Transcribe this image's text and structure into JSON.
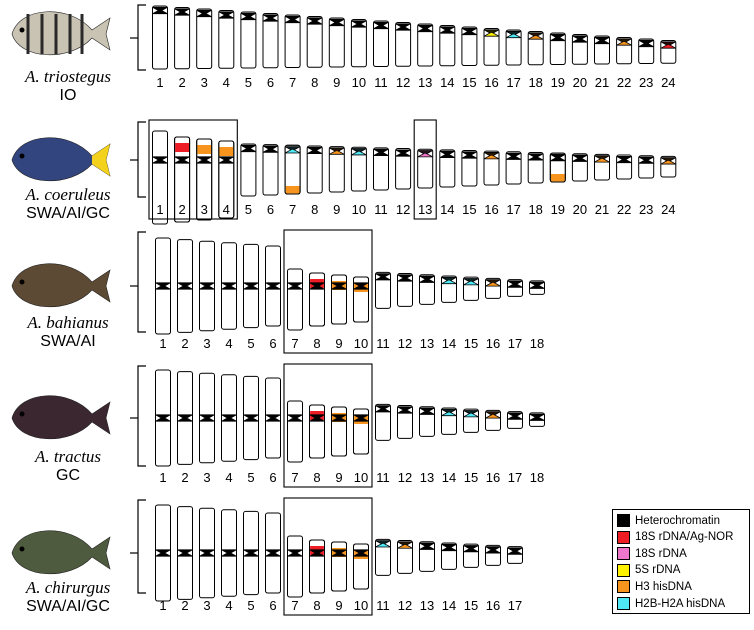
{
  "colors": {
    "heterochromatin": "#000000",
    "rdna18s_agnor": "#ee1c25",
    "rdna18s": "#ee77cc",
    "rdna5s": "#fff200",
    "h3_hisdna": "#f7941d",
    "h2b_h2a_hisdna": "#4fe8f5"
  },
  "legend": [
    {
      "key": "heterochromatin",
      "label": "Heterochromatin"
    },
    {
      "key": "rdna18s_agnor",
      "label": "18S rDNA/Ag-NOR"
    },
    {
      "key": "rdna18s",
      "label": "18S rDNA"
    },
    {
      "key": "rdna5s",
      "label": "5S rDNA"
    },
    {
      "key": "h3_hisdna",
      "label": "H3 hisDNA"
    },
    {
      "key": "h2b_h2a_hisdna",
      "label": "H2B-H2A hisDNA"
    }
  ],
  "species": [
    {
      "name": "A. triostegus",
      "region": "IO",
      "fish_icon": "striped-surgeonfish-photo",
      "chromosome_type": "acrocentric",
      "chromosomes": [
        {
          "n": "1"
        },
        {
          "n": "2"
        },
        {
          "n": "3"
        },
        {
          "n": "4"
        },
        {
          "n": "5"
        },
        {
          "n": "6"
        },
        {
          "n": "7"
        },
        {
          "n": "8"
        },
        {
          "n": "9"
        },
        {
          "n": "10"
        },
        {
          "n": "11"
        },
        {
          "n": "12"
        },
        {
          "n": "13"
        },
        {
          "n": "14"
        },
        {
          "n": "15"
        },
        {
          "n": "16",
          "mark": "rdna5s"
        },
        {
          "n": "17",
          "mark": "h2b_h2a_hisdna"
        },
        {
          "n": "18",
          "mark": "h3_hisdna"
        },
        {
          "n": "19"
        },
        {
          "n": "20"
        },
        {
          "n": "21"
        },
        {
          "n": "22",
          "mark": "h3_hisdna"
        },
        {
          "n": "23"
        },
        {
          "n": "24",
          "mark": "rdna18s_agnor"
        }
      ],
      "boxes": []
    },
    {
      "name": "A. coeruleus",
      "region": "SWA/AI/GC",
      "fish_icon": "blue-tang-photo",
      "chromosome_type": "mixed",
      "chromosomes": [
        {
          "n": "1",
          "kind": "meta"
        },
        {
          "n": "2",
          "kind": "meta",
          "mark": "rdna18s_agnor"
        },
        {
          "n": "3",
          "kind": "meta",
          "mark": "h3_hisdna"
        },
        {
          "n": "4",
          "kind": "meta",
          "mark": "h3_hisdna"
        },
        {
          "n": "5"
        },
        {
          "n": "6"
        },
        {
          "n": "7",
          "mark": "h2b_h2a_hisdna",
          "distal": "h3_hisdna"
        },
        {
          "n": "8"
        },
        {
          "n": "9",
          "mark": "h3_hisdna"
        },
        {
          "n": "10",
          "mark": "h2b_h2a_hisdna"
        },
        {
          "n": "11"
        },
        {
          "n": "12"
        },
        {
          "n": "13",
          "mark": "rdna18s"
        },
        {
          "n": "14"
        },
        {
          "n": "15"
        },
        {
          "n": "16",
          "mark": "h3_hisdna"
        },
        {
          "n": "17"
        },
        {
          "n": "18"
        },
        {
          "n": "19",
          "distal": "h3_hisdna"
        },
        {
          "n": "20"
        },
        {
          "n": "21",
          "mark": "h3_hisdna"
        },
        {
          "n": "22"
        },
        {
          "n": "23"
        },
        {
          "n": "24",
          "mark": "h3_hisdna"
        }
      ],
      "boxes": [
        [
          1,
          4
        ],
        [
          13,
          13
        ]
      ]
    },
    {
      "name": "A. bahianus",
      "region": "SWA/AI",
      "fish_icon": "ocean-surgeon-photo",
      "chromosome_type": "mixed",
      "chromosomes": [
        {
          "n": "1",
          "kind": "meta"
        },
        {
          "n": "2",
          "kind": "meta"
        },
        {
          "n": "3",
          "kind": "meta"
        },
        {
          "n": "4",
          "kind": "meta"
        },
        {
          "n": "5",
          "kind": "meta"
        },
        {
          "n": "6",
          "kind": "meta"
        },
        {
          "n": "7",
          "kind": "meta"
        },
        {
          "n": "8",
          "kind": "meta",
          "mark": "rdna18s_agnor"
        },
        {
          "n": "9",
          "kind": "meta",
          "mark": "h3_hisdna"
        },
        {
          "n": "10",
          "kind": "meta",
          "mark": "h3_hisdna"
        },
        {
          "n": "11"
        },
        {
          "n": "12"
        },
        {
          "n": "13"
        },
        {
          "n": "14",
          "mark": "h2b_h2a_hisdna"
        },
        {
          "n": "15",
          "mark": "h2b_h2a_hisdna"
        },
        {
          "n": "16",
          "mark": "h3_hisdna"
        },
        {
          "n": "17"
        },
        {
          "n": "18"
        }
      ],
      "boxes": [
        [
          7,
          10
        ]
      ]
    },
    {
      "name": "A. tractus",
      "region": "GC",
      "fish_icon": "surgeonfish-dark-photo",
      "chromosome_type": "mixed",
      "chromosomes": [
        {
          "n": "1",
          "kind": "meta"
        },
        {
          "n": "2",
          "kind": "meta"
        },
        {
          "n": "3",
          "kind": "meta"
        },
        {
          "n": "4",
          "kind": "meta"
        },
        {
          "n": "5",
          "kind": "meta"
        },
        {
          "n": "6",
          "kind": "meta"
        },
        {
          "n": "7",
          "kind": "meta"
        },
        {
          "n": "8",
          "kind": "meta",
          "mark": "rdna18s_agnor"
        },
        {
          "n": "9",
          "kind": "meta",
          "mark": "h3_hisdna"
        },
        {
          "n": "10",
          "kind": "meta",
          "mark": "h3_hisdna"
        },
        {
          "n": "11"
        },
        {
          "n": "12"
        },
        {
          "n": "13"
        },
        {
          "n": "14",
          "mark": "h2b_h2a_hisdna"
        },
        {
          "n": "15",
          "mark": "h2b_h2a_hisdna"
        },
        {
          "n": "16",
          "mark": "h3_hisdna"
        },
        {
          "n": "17"
        },
        {
          "n": "18"
        }
      ],
      "boxes": [
        [
          7,
          10
        ]
      ]
    },
    {
      "name": "A. chirurgus",
      "region": "SWA/AI/GC",
      "fish_icon": "doctorfish-photo",
      "chromosome_type": "mixed",
      "chromosomes": [
        {
          "n": "1",
          "kind": "meta"
        },
        {
          "n": "2",
          "kind": "meta"
        },
        {
          "n": "3",
          "kind": "meta"
        },
        {
          "n": "4",
          "kind": "meta"
        },
        {
          "n": "5",
          "kind": "meta"
        },
        {
          "n": "6",
          "kind": "meta"
        },
        {
          "n": "7",
          "kind": "meta"
        },
        {
          "n": "8",
          "kind": "meta",
          "mark": "rdna18s_agnor"
        },
        {
          "n": "9",
          "kind": "meta",
          "mark": "h3_hisdna"
        },
        {
          "n": "10",
          "kind": "meta",
          "mark": "h3_hisdna"
        },
        {
          "n": "11",
          "mark": "h2b_h2a_hisdna"
        },
        {
          "n": "12",
          "mark": "h3_hisdna"
        },
        {
          "n": "13"
        },
        {
          "n": "14"
        },
        {
          "n": "15"
        },
        {
          "n": "16"
        },
        {
          "n": "17"
        }
      ],
      "boxes": [
        [
          7,
          10
        ]
      ]
    }
  ]
}
